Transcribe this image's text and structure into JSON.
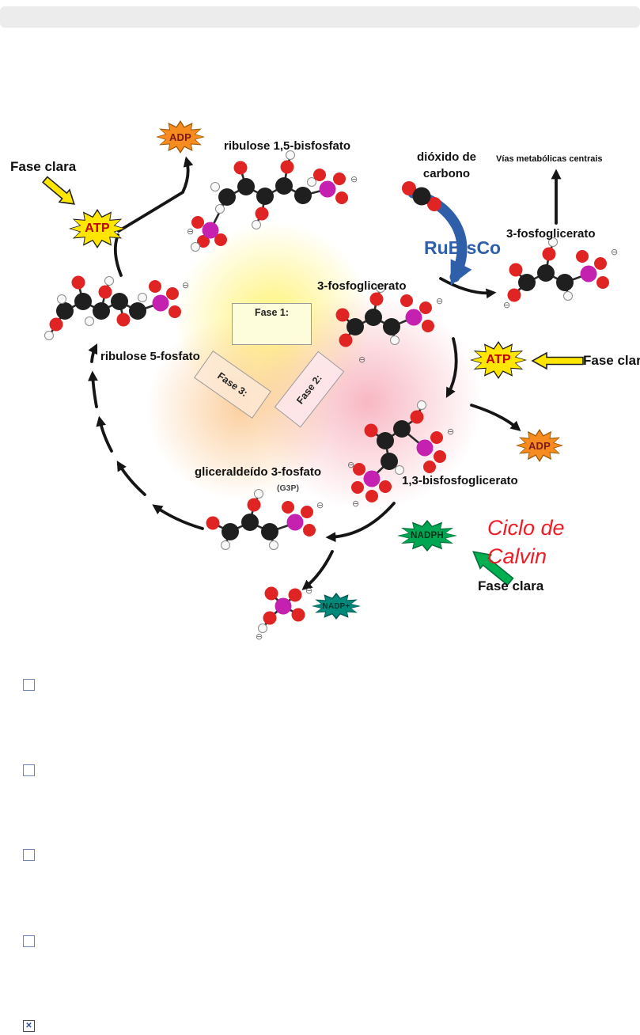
{
  "diagram": {
    "title": {
      "line1": "Ciclo de",
      "line2": "Calvin"
    },
    "enzyme": "RuBisCo",
    "labels": {
      "ribulose_15_bisfosfato": "ribulose 1,5-bisfosfato",
      "dioxido_de_carbono": "dióxido de carbono",
      "vias_metabolicas_centrais": "Vías metabólicas centrais",
      "fosfoglicerato_right": "3-fosfoglicerato",
      "fosfoglicerato_mid": "3-fosfoglicerato",
      "ribulose_5_fosfato": "ribulose 5-fosfato",
      "gliceraldeido_3_fosfato": "gliceraldeído 3-fosfato",
      "g3p": "(G3P)",
      "bisfosfoglicerato_13": "1,3-bisfosfoglicerato"
    },
    "phases": {
      "fase1": "Fase 1:",
      "fase2": "Fase 2:",
      "fase3": "Fase 3:"
    },
    "fase_clara": {
      "top_left": "Fase clara",
      "right": "Fase clara",
      "bottom_right": "Fase clara"
    },
    "energy_carriers": {
      "adp_top": "ADP",
      "atp_left": "ATP",
      "atp_right": "ATP",
      "adp_right": "ADP",
      "nadph": "NADPH",
      "nadp_plus": "NADP+"
    },
    "charge_symbol": "⊖",
    "colors": {
      "atp_fill": "#FFE600",
      "adp_fill": "#F68B1F",
      "nadph_fill": "#00A651",
      "nadp_fill": "#00897B",
      "rubisco_blue": "#2E5FA8",
      "title_red": "#EE1C25",
      "carbon": "#1F1F1F",
      "oxygen": "#E02424",
      "phosphorus": "#C421B0",
      "hydrogen": "#F8F8F8"
    }
  },
  "question": {
    "checkboxes": [
      {
        "checked": false
      },
      {
        "checked": false
      },
      {
        "checked": false
      },
      {
        "checked": false
      }
    ],
    "broken_image_mark": "✕"
  }
}
